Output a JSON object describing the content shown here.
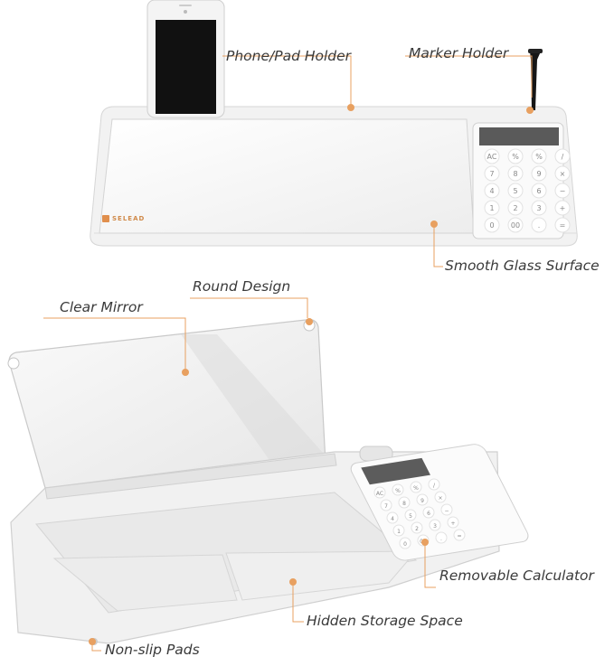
{
  "brand": {
    "logo_text": "SELEAD"
  },
  "colors": {
    "accent": "#e8a060",
    "text": "#3a3a3a",
    "product": "#f3f3f3"
  },
  "callouts": {
    "phone_holder": "Phone/Pad Holder",
    "marker_holder": "Marker Holder",
    "glass_surface": "Smooth Glass Surface",
    "round_design": "Round Design",
    "clear_mirror": "Clear Mirror",
    "removable_calculator": "Removable Calculator",
    "hidden_storage": "Hidden Storage Space",
    "non_slip_pads": "Non-slip Pads"
  },
  "calculator_keys": [
    [
      "AC",
      "%",
      "%",
      "/"
    ],
    [
      "7",
      "8",
      "9",
      "×"
    ],
    [
      "4",
      "5",
      "6",
      "−"
    ],
    [
      "1",
      "2",
      "3",
      "+"
    ],
    [
      "0",
      "00",
      ".",
      "="
    ]
  ]
}
